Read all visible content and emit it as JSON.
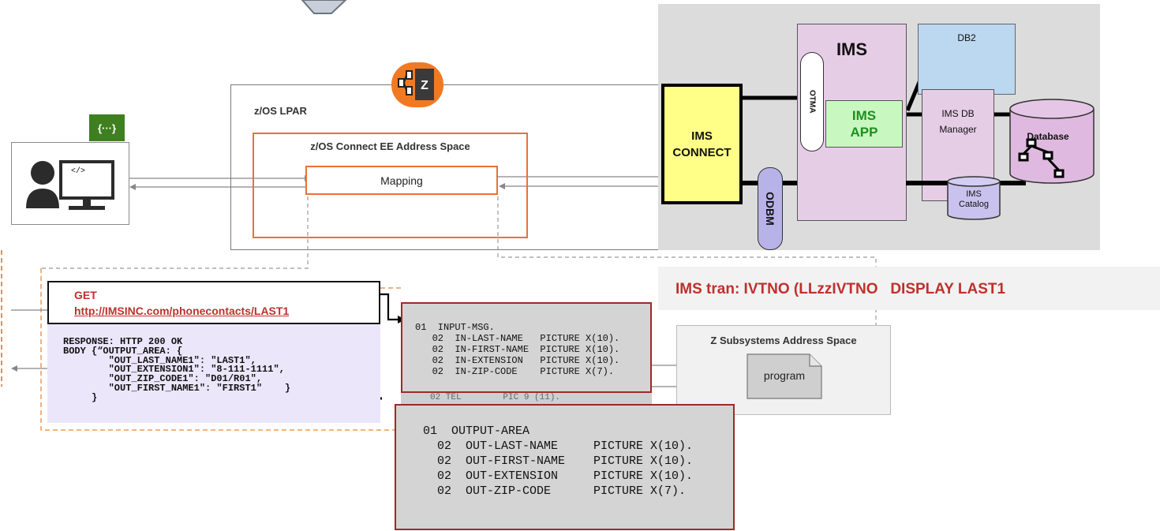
{
  "client": {
    "json_badge": "{···}",
    "code_tag": "</>"
  },
  "lpar": {
    "title": "z/OS LPAR"
  },
  "zos_connect": {
    "title": "z/OS Connect EE Address Space",
    "mapping_label": "Mapping"
  },
  "ims_panel": {
    "connect_label": "IMS\nCONNECT",
    "ims_label": "IMS",
    "otma_label": "OTMA",
    "app_label": "IMS\nAPP",
    "odbm_label": "ODBM",
    "db2_label": "DB2",
    "imsdb_label": "IMS DB\nManager",
    "database_label": "Database",
    "catalog_label": "IMS\nCatalog"
  },
  "transaction_label": "IMS tran: IVTNO (LLzzIVTNO   DISPLAY LAST1",
  "request": {
    "method": "GET",
    "url": "http://IMSINC.com/phonecontacts/LAST1",
    "response": "RESPONSE: HTTP 200 OK\nBODY {“OUTPUT_AREA: {\n        \"OUT_LAST_NAME1\": \"LAST1\",\n        \"OUT_EXTENSION1\": \"8-111-1111\",\n        \"OUT_ZIP_CODE1\": \"D01/R01\",\n        \"OUT_FIRST_NAME1\": \"FIRST1\"    }\n     }"
  },
  "input_msg": "01  INPUT-MSG.\n   02  IN-LAST-NAME   PICTURE X(10).\n   02  IN-FIRST-NAME  PICTURE X(10).\n   02  IN-EXTENSION   PICTURE X(10).\n   02  IN-ZIP-CODE    PICTURE X(7).",
  "hidden_line": "02 TEL        PIC 9 (11).",
  "output_area": "01  OUTPUT-AREA\n  02  OUT-LAST-NAME     PICTURE X(10).\n  02  OUT-FIRST-NAME    PICTURE X(10).\n  02  OUT-EXTENSION     PICTURE X(10).\n  02  OUT-ZIP-CODE      PICTURE X(7).",
  "z_subsystems": {
    "title": "Z Subsystems Address Space",
    "program_label": "program"
  }
}
